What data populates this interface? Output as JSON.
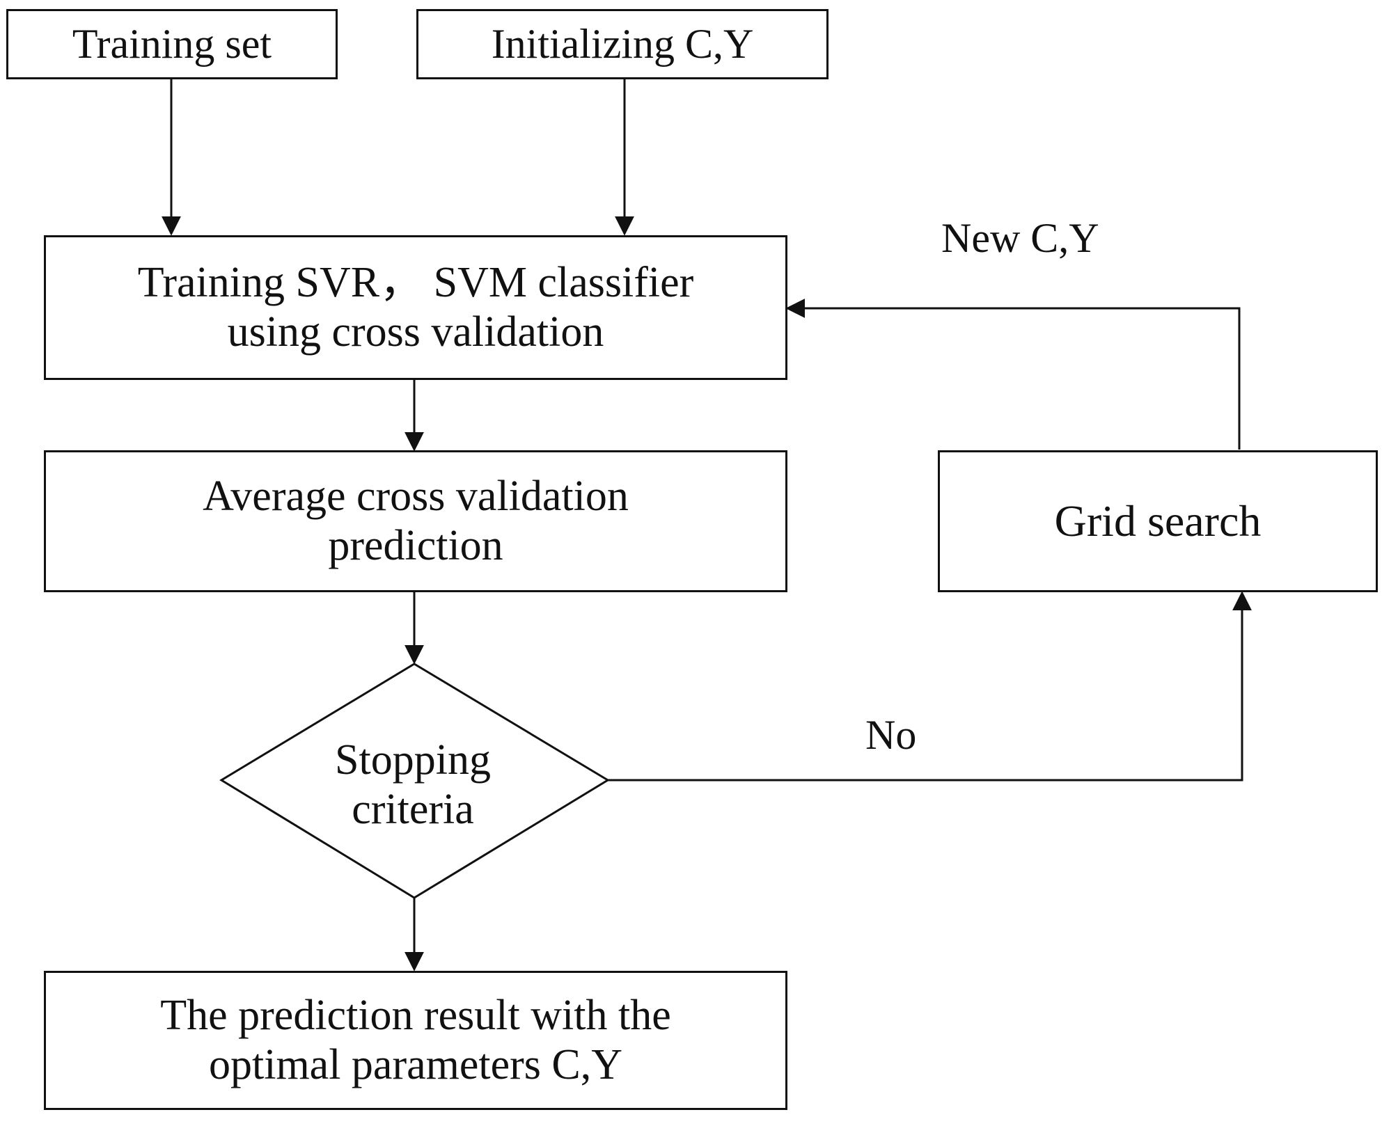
{
  "nodes": {
    "training_set": "Training  set",
    "initializing": "Initializing C,Y",
    "train_svr": [
      "Training SVR， SVM classifier",
      "using cross validation"
    ],
    "average_cv": [
      "Average cross validation",
      "prediction"
    ],
    "stopping": [
      "Stopping",
      "criteria"
    ],
    "result": [
      "The prediction result with the",
      "optimal parameters C,Y"
    ],
    "grid_search": "Grid search"
  },
  "edge_labels": {
    "new_cy": "New C,Y",
    "no": "No"
  },
  "colors": {
    "stroke": "#111111",
    "background": "#ffffff"
  }
}
